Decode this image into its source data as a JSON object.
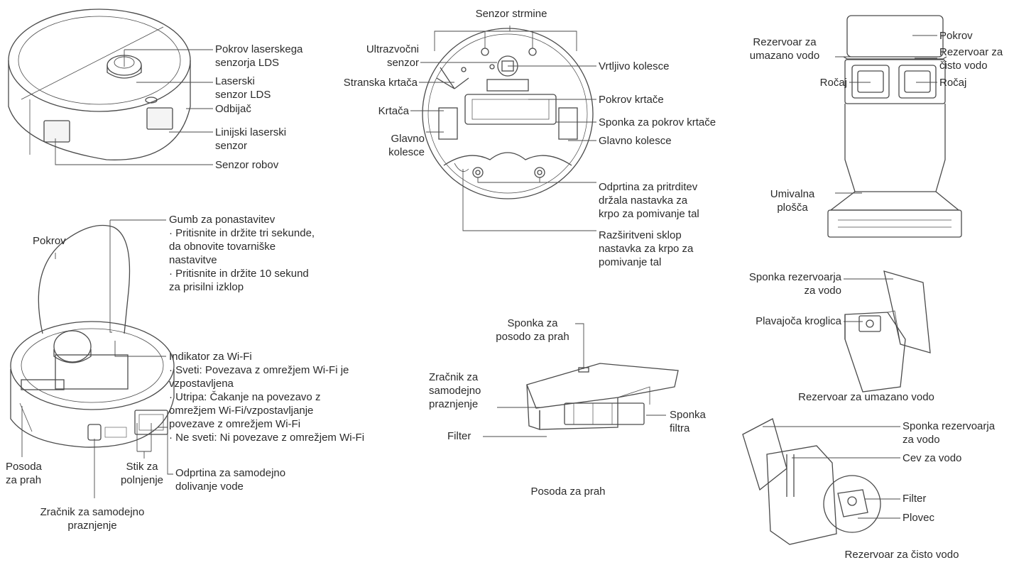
{
  "robot_top": {
    "lds_cover": [
      "Pokrov laserskega",
      "senzorja LDS"
    ],
    "lds_sensor": [
      "Laserski",
      "senzor LDS"
    ],
    "bumper": "Odbijač",
    "line_laser": [
      "Linijski laserski",
      "senzor"
    ],
    "edge_sensor": "Senzor robov"
  },
  "robot_bottom": {
    "cliff_sensor": "Senzor strmine",
    "ultrasonic": [
      "Ultrazvočni",
      "senzor"
    ],
    "caster": "Vrtljivo kolesce",
    "side_brush": "Stranska krtača",
    "brush_cover": "Pokrov krtače",
    "brush": "Krtača",
    "brush_cover_clip": "Sponka za pokrov krtače",
    "main_wheel_left": [
      "Glavno",
      "kolesce"
    ],
    "main_wheel_right": "Glavno kolesce",
    "mop_holder_hole": [
      "Odprtina za pritrditev",
      "držala nastavka za",
      "krpo za pomivanje tal"
    ],
    "mop_module": [
      "Razširitveni sklop",
      "nastavka za krpo za",
      "pomivanje tal"
    ]
  },
  "dock": {
    "dirty_tank": [
      "Rezervoar za",
      "umazano vodo"
    ],
    "cover": "Pokrov",
    "clean_tank": [
      "Rezervoar za",
      "čisto vodo"
    ],
    "handle_left": "Ročaj",
    "handle_right": "Ročaj",
    "wash_tray": [
      "Umivalna",
      "plošča"
    ]
  },
  "robot_open": {
    "cover": "Pokrov",
    "reset_button": [
      "Gumb za ponastavitev",
      "· Pritisnite in držite tri sekunde,",
      "  da obnovite tovarniške",
      "  nastavitve",
      "· Pritisnite in držite 10 sekund",
      "  za prisilni izklop"
    ],
    "wifi_indicator": [
      "Indikator za Wi-Fi",
      "· Sveti: Povezava z omrežjem Wi-Fi je",
      "  vzpostavljena",
      "· Utripa: Čakanje na povezavo z",
      "  omrežjem Wi-Fi/vzpostavljanje",
      "  povezave z omrežjem Wi-Fi",
      "· Ne sveti: Ni povezave z omrežjem Wi-Fi"
    ],
    "dust_bin": [
      "Posoda",
      "za prah"
    ],
    "charging_contacts": [
      "Stik za",
      "polnjenje"
    ],
    "refill_port": [
      "Odprtina za samodejno",
      "dolivanje vode"
    ],
    "auto_empty_vent": [
      "Zračnik za samodejno",
      "praznjenje"
    ]
  },
  "dust_box": {
    "bin_clip": [
      "Sponka za",
      "posodo za prah"
    ],
    "vent": [
      "Zračnik za",
      "samodejno",
      "praznjenje"
    ],
    "filter_clip": [
      "Sponka",
      "filtra"
    ],
    "filter": "Filter",
    "caption": "Posoda za prah"
  },
  "dirty_tank": {
    "clip": [
      "Sponka rezervoarja",
      "za vodo"
    ],
    "float_ball": "Plavajoča kroglica",
    "caption": "Rezervoar za umazano vodo"
  },
  "clean_tank": {
    "clip": [
      "Sponka rezervoarja",
      "za vodo"
    ],
    "pipe": "Cev za vodo",
    "filter": "Filter",
    "float": "Plovec",
    "caption": "Rezervoar za čisto vodo"
  }
}
